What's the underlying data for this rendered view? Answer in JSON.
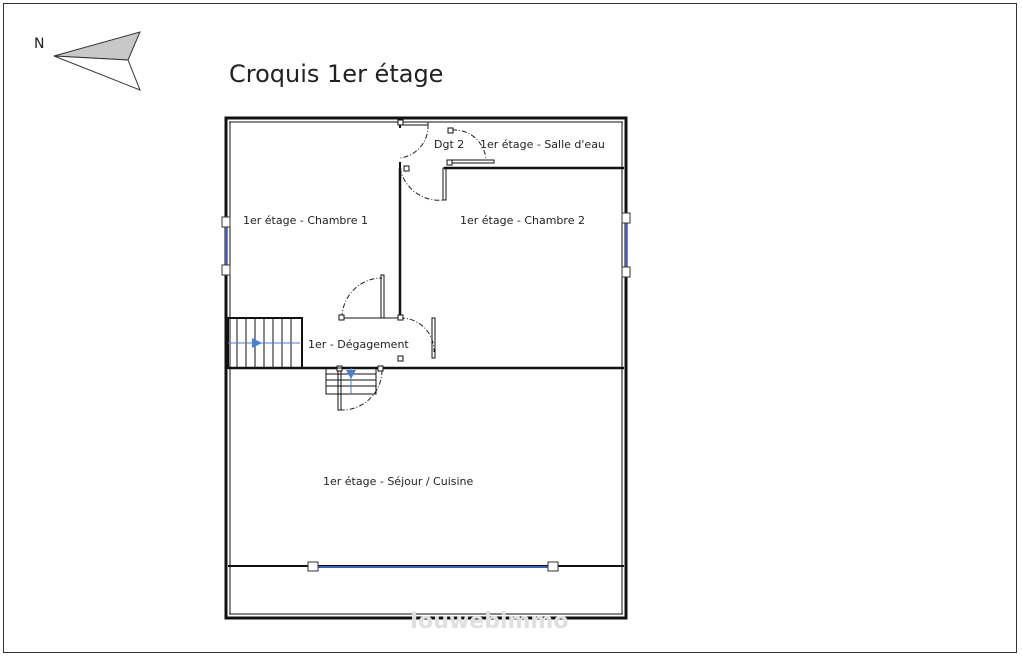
{
  "title": "Croquis 1er étage",
  "north_label": "N",
  "rooms": {
    "chambre1": "1er étage - Chambre 1",
    "chambre2": "1er étage - Chambre 2",
    "dgt2": "Dgt 2",
    "salle_deau": "1er étage - Salle d'eau",
    "degagement": "1er - Dégagement",
    "sejour": "1er étage - Séjour / Cuisine"
  },
  "watermark": "Iouwebimmo",
  "colors": {
    "wall": "#111111",
    "window": "#3a5fcd",
    "stair_arrow": "#4a7fd6",
    "compass_fill": "#c8c8c8",
    "door_swing": "#222222"
  }
}
